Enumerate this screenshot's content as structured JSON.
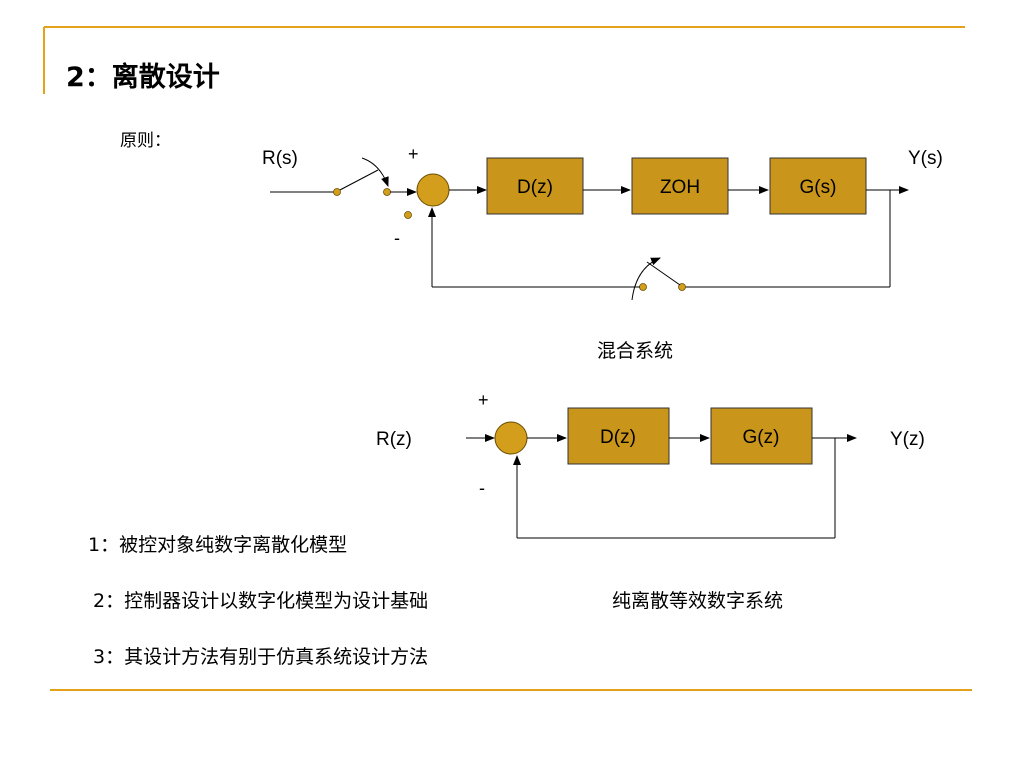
{
  "title": "2：离散设计",
  "principle_label": "原则：",
  "colors": {
    "accent": "#E3A21A",
    "block_fill": "#C9961B",
    "node_fill": "#D39E1C"
  },
  "diagram_hybrid": {
    "input": "R(s)",
    "output": "Y(s)",
    "plus_sign": "+",
    "minus_sign": "-",
    "blocks": [
      "D(z)",
      "ZOH",
      "G(s)"
    ],
    "caption": "混合系统"
  },
  "diagram_discrete": {
    "input": "R(z)",
    "output": "Y(z)",
    "plus_sign": "+",
    "minus_sign": "-",
    "blocks": [
      "D(z)",
      "G(z)"
    ],
    "caption": "纯离散等效数字系统"
  },
  "points": [
    "1：被控对象纯数字离散化模型",
    "2：控制器设计以数字化模型为设计基础",
    "3：其设计方法有别于仿真系统设计方法"
  ]
}
